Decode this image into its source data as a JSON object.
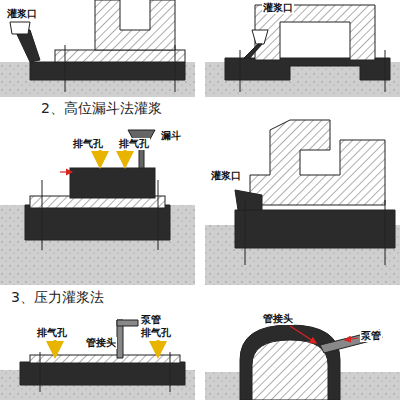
{
  "diagram": {
    "labels": [
      "灌浆口",
      "灌浆口",
      "2、高位漏斗法灌浆",
      "漏斗",
      "排气孔",
      "排气孔",
      "灌浆口",
      "3、压力灌浆法",
      "泵管",
      "排气孔",
      "管接头",
      "排气孔",
      "管接头",
      "泵管"
    ]
  }
}
